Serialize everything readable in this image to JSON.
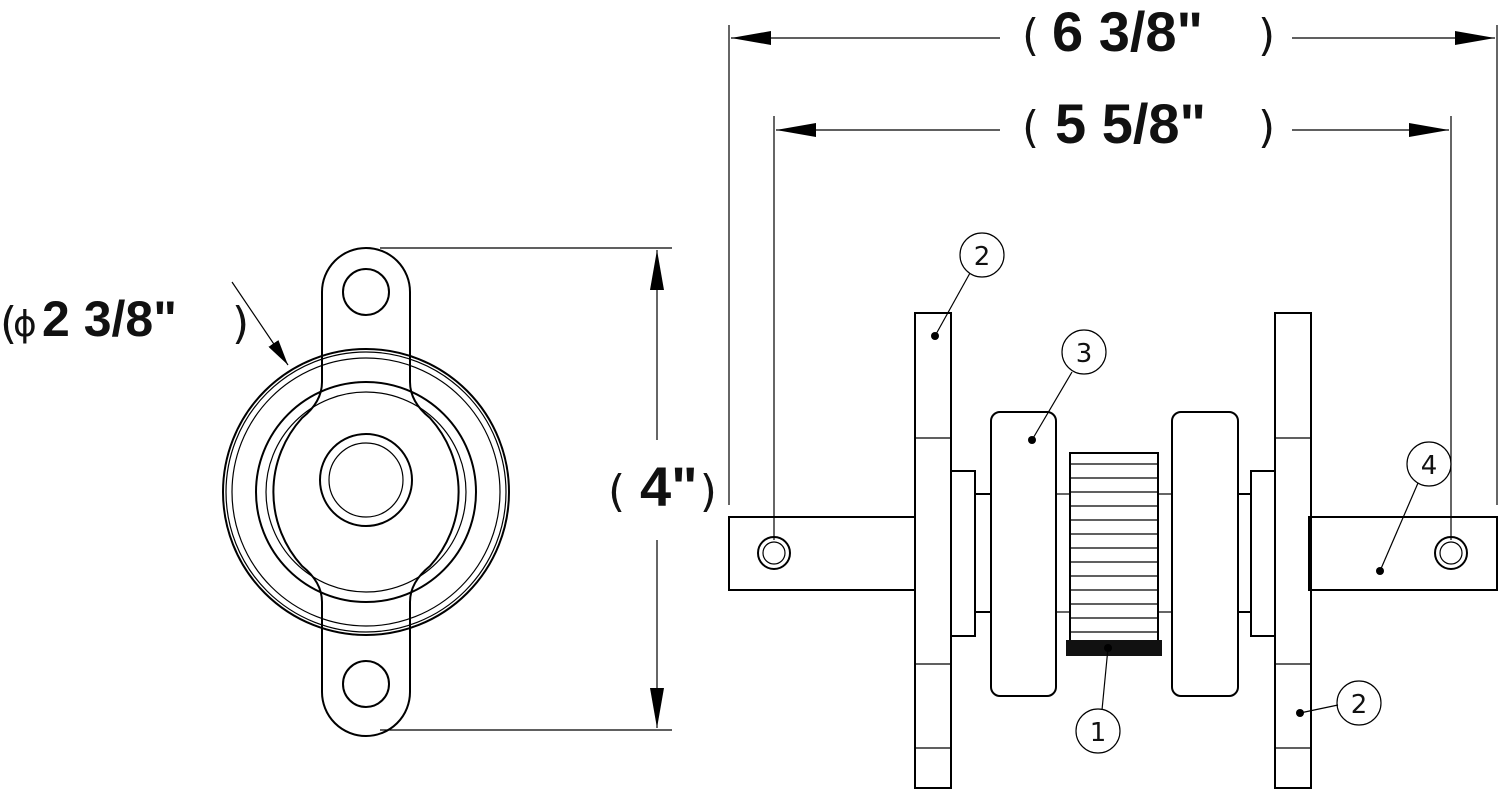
{
  "dimensions": {
    "overall_width": "6 3/8\"",
    "shaft_hole_span": "5 5/8\"",
    "height": "4\"",
    "wheel_diameter": "2 3/8\""
  },
  "symbols": {
    "diameter": "ϕ",
    "open_paren": "(",
    "close_paren": ")"
  },
  "balloons": {
    "part_1": "1",
    "part_2": "2",
    "part_3": "3",
    "part_4": "4"
  }
}
